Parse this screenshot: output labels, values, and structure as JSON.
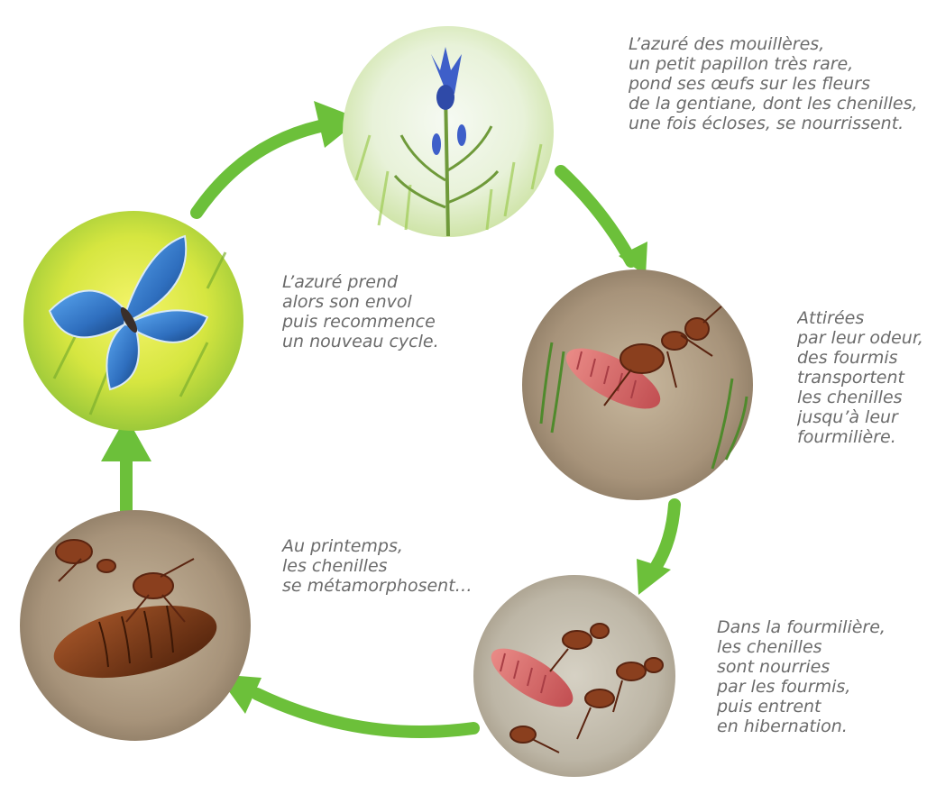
{
  "diagram": {
    "captions": {
      "gentian": "L’azuré des mouillères,\nun petit papillon très rare,\npond ses œufs sur les fleurs\nde la gentiane, dont les chenilles,\nune fois écloses, se nourrissent.",
      "ants": "Attirées\npar leur odeur,\ndes fourmis\ntransportent\nles chenilles\njusqu’à leur\nfourmilière.",
      "nest": "Dans la fourmilière,\nles chenilles\nsont nourries\npar les fourmis,\npuis entrent\nen hibernation.",
      "metamorphosis": "Au printemps,\nles chenilles\nse métamorphosent…",
      "flight": "L’azuré prend\nalors son envol\npuis recommence\nun nouveau cycle."
    },
    "colors": {
      "arrow": "#6cc03a",
      "caption_text": "#6b6b6b",
      "butterfly_blue": "#2f6fbf",
      "gentian_blue": "#3e5fc9",
      "caterpillar_pink": "#d66a6a",
      "ant_brown": "#8a3f1e",
      "chrysalis_brown": "#6e3413",
      "grass_green": "#8fc24a",
      "soil": "#b6a48c"
    },
    "icons": {
      "gentian": "gentian-flower-icon",
      "ants_carry": "ants-carrying-caterpillar-icon",
      "nest": "ant-nest-icon",
      "chrysalis": "chrysalis-icon",
      "butterfly": "butterfly-icon"
    }
  }
}
